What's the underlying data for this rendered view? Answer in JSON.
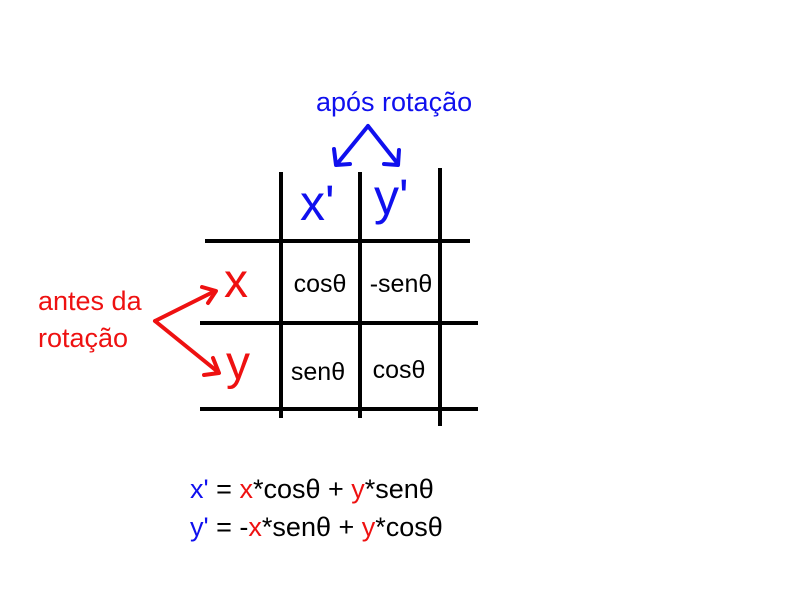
{
  "labels": {
    "after": "após rotação",
    "before_line1": "antes da",
    "before_line2": "rotação"
  },
  "table": {
    "col_headers": [
      "x'",
      "y'"
    ],
    "row_headers": [
      "x",
      "y"
    ],
    "cells": [
      [
        "cosθ",
        "-senθ"
      ],
      [
        "senθ",
        "cosθ"
      ]
    ]
  },
  "equations": {
    "eq1": {
      "lhs": "x'",
      "eq": " = ",
      "t1": "x",
      "t1_rest": "*cosθ + ",
      "t2": "y",
      "t2_rest": "*senθ"
    },
    "eq2": {
      "lhs": "y'",
      "eq": " = -",
      "t1": "x",
      "t1_rest": "*senθ + ",
      "t2": "y",
      "t2_rest": "*cosθ"
    }
  },
  "colors": {
    "after_rotation": "#1010ee",
    "before_rotation": "#ee1111",
    "grid": "#000000"
  }
}
